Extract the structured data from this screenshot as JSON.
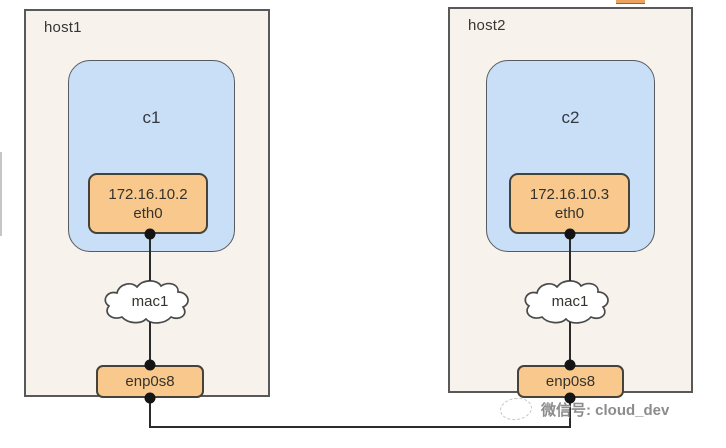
{
  "diagram": {
    "type": "network-topology",
    "hosts": [
      {
        "label": "host1",
        "container": {
          "label": "c1",
          "interface": {
            "ip": "172.16.10.2",
            "name": "eth0"
          }
        },
        "bridge": {
          "label": "mac1"
        },
        "nic": {
          "label": "enp0s8"
        }
      },
      {
        "label": "host2",
        "container": {
          "label": "c2",
          "interface": {
            "ip": "172.16.10.3",
            "name": "eth0"
          }
        },
        "bridge": {
          "label": "mac1"
        },
        "nic": {
          "label": "enp0s8"
        }
      }
    ],
    "colors": {
      "host_fill": "#f7f3ec",
      "host_border": "#59595b",
      "container_fill": "#c8dff7",
      "container_border": "#575b60",
      "interface_fill": "#f8c88c",
      "interface_border": "#454339",
      "cloud_fill": "#ffffff",
      "line": "#2b2b2b",
      "text": "#2f2f2f"
    }
  },
  "watermark": {
    "label": "微信号: cloud_dev"
  }
}
